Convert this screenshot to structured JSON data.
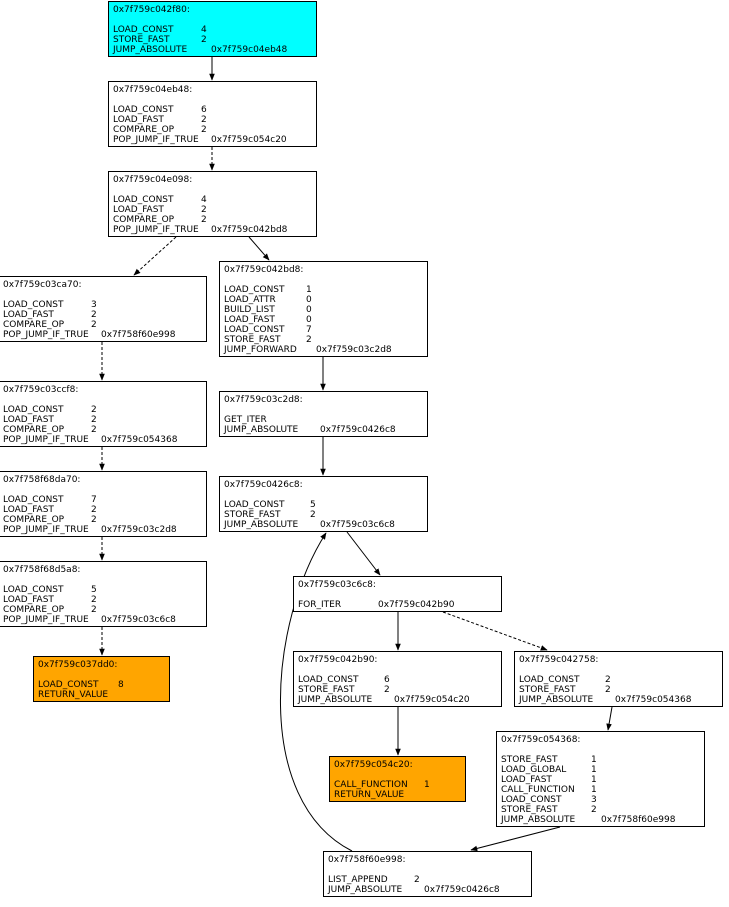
{
  "colors": {
    "entry": "#00ffff",
    "exit": "#ffa500",
    "default": "#ffffff",
    "edge": "#000000"
  },
  "blocks": [
    {
      "addr": "0x7f759c042f80:",
      "style": "entry",
      "instructions": [
        [
          "LOAD_CONST",
          "4"
        ],
        [
          "STORE_FAST",
          "2"
        ],
        [
          "JUMP_ABSOLUTE",
          "0x7f759c04eb48"
        ]
      ]
    },
    {
      "addr": "0x7f759c04eb48:",
      "style": "default",
      "instructions": [
        [
          "LOAD_CONST",
          "6"
        ],
        [
          "LOAD_FAST",
          "2"
        ],
        [
          "COMPARE_OP",
          "2"
        ],
        [
          "POP_JUMP_IF_TRUE",
          "0x7f759c054c20"
        ]
      ]
    },
    {
      "addr": "0x7f759c04e098:",
      "style": "default",
      "instructions": [
        [
          "LOAD_CONST",
          "4"
        ],
        [
          "LOAD_FAST",
          "2"
        ],
        [
          "COMPARE_OP",
          "2"
        ],
        [
          "POP_JUMP_IF_TRUE",
          "0x7f759c042bd8"
        ]
      ]
    },
    {
      "addr": "0x7f759c03ca70:",
      "style": "default",
      "instructions": [
        [
          "LOAD_CONST",
          "3"
        ],
        [
          "LOAD_FAST",
          "2"
        ],
        [
          "COMPARE_OP",
          "2"
        ],
        [
          "POP_JUMP_IF_TRUE",
          "0x7f758f60e998"
        ]
      ]
    },
    {
      "addr": "0x7f759c042bd8:",
      "style": "default",
      "instructions": [
        [
          "LOAD_CONST",
          "1"
        ],
        [
          "LOAD_ATTR",
          "0"
        ],
        [
          "BUILD_LIST",
          "0"
        ],
        [
          "LOAD_FAST",
          "0"
        ],
        [
          "LOAD_CONST",
          "7"
        ],
        [
          "STORE_FAST",
          "2"
        ],
        [
          "JUMP_FORWARD",
          "0x7f759c03c2d8"
        ]
      ]
    },
    {
      "addr": "0x7f759c03ccf8:",
      "style": "default",
      "instructions": [
        [
          "LOAD_CONST",
          "2"
        ],
        [
          "LOAD_FAST",
          "2"
        ],
        [
          "COMPARE_OP",
          "2"
        ],
        [
          "POP_JUMP_IF_TRUE",
          "0x7f759c054368"
        ]
      ]
    },
    {
      "addr": "0x7f759c03c2d8:",
      "style": "default",
      "instructions": [
        [
          "GET_ITER",
          ""
        ],
        [
          "JUMP_ABSOLUTE",
          "0x7f759c0426c8"
        ]
      ]
    },
    {
      "addr": "0x7f758f68da70:",
      "style": "default",
      "instructions": [
        [
          "LOAD_CONST",
          "7"
        ],
        [
          "LOAD_FAST",
          "2"
        ],
        [
          "COMPARE_OP",
          "2"
        ],
        [
          "POP_JUMP_IF_TRUE",
          "0x7f759c03c2d8"
        ]
      ]
    },
    {
      "addr": "0x7f759c0426c8:",
      "style": "default",
      "instructions": [
        [
          "LOAD_CONST",
          "5"
        ],
        [
          "STORE_FAST",
          "2"
        ],
        [
          "JUMP_ABSOLUTE",
          "0x7f759c03c6c8"
        ]
      ]
    },
    {
      "addr": "0x7f758f68d5a8:",
      "style": "default",
      "instructions": [
        [
          "LOAD_CONST",
          "5"
        ],
        [
          "LOAD_FAST",
          "2"
        ],
        [
          "COMPARE_OP",
          "2"
        ],
        [
          "POP_JUMP_IF_TRUE",
          "0x7f759c03c6c8"
        ]
      ]
    },
    {
      "addr": "0x7f759c03c6c8:",
      "style": "default",
      "instructions": [
        [
          "FOR_ITER",
          "0x7f759c042b90"
        ]
      ]
    },
    {
      "addr": "0x7f759c037dd0:",
      "style": "exit",
      "instructions": [
        [
          "LOAD_CONST",
          "8"
        ],
        [
          "RETURN_VALUE",
          ""
        ]
      ]
    },
    {
      "addr": "0x7f759c042b90:",
      "style": "default",
      "instructions": [
        [
          "LOAD_CONST",
          "6"
        ],
        [
          "STORE_FAST",
          "2"
        ],
        [
          "JUMP_ABSOLUTE",
          "0x7f759c054c20"
        ]
      ]
    },
    {
      "addr": "0x7f759c042758:",
      "style": "default",
      "instructions": [
        [
          "LOAD_CONST",
          "2"
        ],
        [
          "STORE_FAST",
          "2"
        ],
        [
          "JUMP_ABSOLUTE",
          "0x7f759c054368"
        ]
      ]
    },
    {
      "addr": "0x7f759c054368:",
      "style": "default",
      "instructions": [
        [
          "STORE_FAST",
          "1"
        ],
        [
          "LOAD_GLOBAL",
          "1"
        ],
        [
          "LOAD_FAST",
          "1"
        ],
        [
          "CALL_FUNCTION",
          "1"
        ],
        [
          "LOAD_CONST",
          "3"
        ],
        [
          "STORE_FAST",
          "2"
        ],
        [
          "JUMP_ABSOLUTE",
          "0x7f758f60e998"
        ]
      ]
    },
    {
      "addr": "0x7f759c054c20:",
      "style": "exit",
      "instructions": [
        [
          "CALL_FUNCTION",
          "1"
        ],
        [
          "RETURN_VALUE",
          ""
        ]
      ]
    },
    {
      "addr": "0x7f758f60e998:",
      "style": "default",
      "instructions": [
        [
          "LIST_APPEND",
          "2"
        ],
        [
          "JUMP_ABSOLUTE",
          "0x7f759c0426c8"
        ]
      ]
    }
  ],
  "edges": [
    {
      "from": 0,
      "to": 1,
      "style": "solid"
    },
    {
      "from": 1,
      "to": 2,
      "style": "dashed"
    },
    {
      "from": 2,
      "to": 3,
      "style": "dashed"
    },
    {
      "from": 2,
      "to": 4,
      "style": "solid"
    },
    {
      "from": 3,
      "to": 5,
      "style": "dashed"
    },
    {
      "from": 4,
      "to": 6,
      "style": "solid"
    },
    {
      "from": 5,
      "to": 7,
      "style": "dashed"
    },
    {
      "from": 6,
      "to": 8,
      "style": "solid"
    },
    {
      "from": 7,
      "to": 9,
      "style": "dashed"
    },
    {
      "from": 8,
      "to": 10,
      "style": "solid"
    },
    {
      "from": 9,
      "to": 11,
      "style": "dashed"
    },
    {
      "from": 10,
      "to": 12,
      "style": "solid"
    },
    {
      "from": 10,
      "to": 13,
      "style": "dashed"
    },
    {
      "from": 12,
      "to": 15,
      "style": "solid"
    },
    {
      "from": 13,
      "to": 14,
      "style": "solid"
    },
    {
      "from": 14,
      "to": 16,
      "style": "solid"
    },
    {
      "from": 16,
      "to": 8,
      "style": "solid"
    }
  ]
}
